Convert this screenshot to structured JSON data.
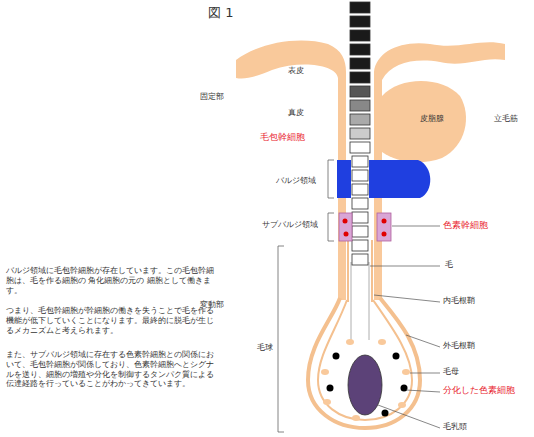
{
  "diagram": {
    "title": "図 1",
    "labels": [
      "バルジ領域に毛包幹細胞が存在しています。この毛包幹細胞は、毛を作る細胞の 角化細胞の元の 細胞として働きます。",
      "つまり、毛包幹細胞が幹細胞の働きを失うことで毛を作る機能が低下していくことになります。最終的に脱毛が生じるメカニズムと考えられます。",
      "また、サブバルジ領域に存在する色素幹細胞との関係において、毛包幹細胞が関係しており、色素幹細胞へとシグナルを送り、細胞の増殖や分化を制御するタンパク質による伝達経路を行っていることがわかってきています。",
      "固定部",
      "表皮",
      "真皮",
      "皮脂腺",
      "立毛筋",
      "毛包幹細胞",
      "バルジ領域",
      "サブバルジ領域",
      "色素幹細胞",
      "毛",
      "変動部",
      "毛球",
      "内毛根鞘",
      "外毛根鞘",
      "毛母",
      "分化した色素細胞",
      "毛乳頭"
    ]
  }
}
